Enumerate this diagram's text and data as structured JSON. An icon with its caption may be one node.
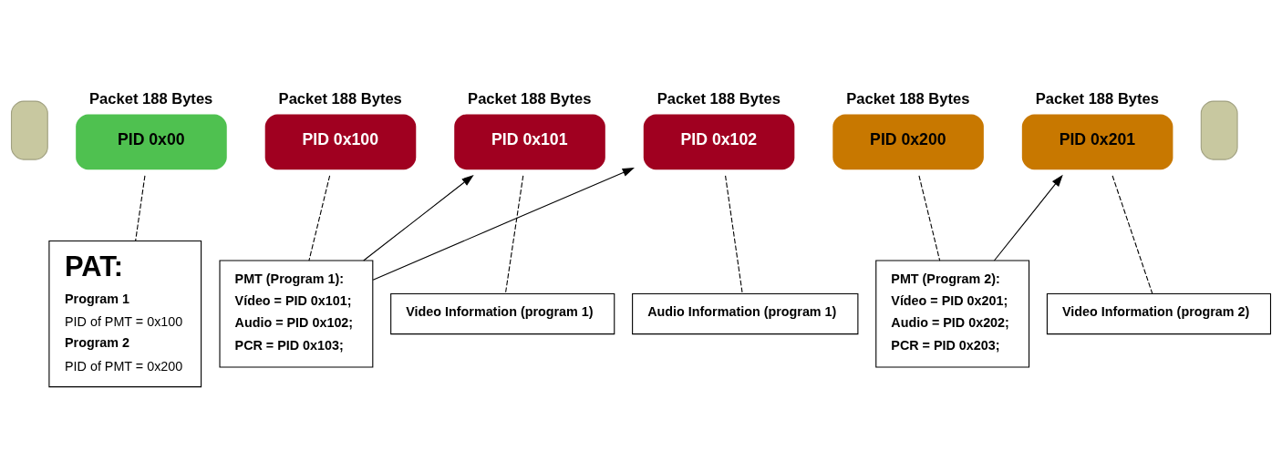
{
  "diagram": {
    "nodes": [
      {
        "text": [],
        "shape": "box"
      },
      {
        "text": [
          "PID 0x00"
        ],
        "beside": [
          "Packet 188 Bytes"
        ]
      },
      {
        "text": [
          "PID 0x100"
        ],
        "beside": [
          "Packet 188 Bytes"
        ]
      },
      {
        "text": [
          "PID 0x101"
        ],
        "beside": [
          "Packet 188 Bytes"
        ]
      },
      {
        "text": [
          "PID 0x102"
        ],
        "beside": [
          "Packet 188 Bytes"
        ]
      },
      {
        "text": [
          "PID 0x200"
        ],
        "beside": [
          "Packet 188 Bytes"
        ]
      },
      {
        "text": [
          "PID 0x201"
        ],
        "beside": [
          "Packet 188 Bytes"
        ]
      },
      {
        "text": [],
        "shape": "box"
      },
      {
        "text": [
          "PAT:",
          "Program 1",
          "PID of PMT = 0x100",
          "Program 2",
          "PID of PMT = 0x200"
        ]
      },
      {
        "text": [
          "PMT (Program 1):",
          "Vídeo = PID 0x101;",
          "Audio = PID 0x102;",
          "PCR = PID 0x103;"
        ]
      },
      {
        "text": [
          "Video Information (program 1)"
        ]
      },
      {
        "text": [
          "Audio Information (program 1)"
        ]
      },
      {
        "text": [
          "PMT (Program 2):",
          "Vídeo = PID 0x201;",
          "Audio = PID 0x202;",
          "PCR = PID 0x203;"
        ]
      },
      {
        "text": [
          "Video Information (program 2)"
        ]
      }
    ],
    "edges": [
      {
        "from": 1,
        "to": 8,
        "arrow": "none",
        "style": "dashed"
      },
      {
        "from": 2,
        "to": 9,
        "arrow": "none",
        "style": "dashed"
      },
      {
        "from": 3,
        "to": 10,
        "arrow": "none",
        "style": "dashed"
      },
      {
        "from": 4,
        "to": 11,
        "arrow": "none",
        "style": "dashed"
      },
      {
        "from": 5,
        "to": 12,
        "arrow": "none",
        "style": "dashed"
      },
      {
        "from": 6,
        "to": 13,
        "arrow": "none",
        "style": "dashed"
      },
      {
        "from": 9,
        "to": 3,
        "arrow": "to"
      },
      {
        "from": 9,
        "to": 4,
        "arrow": "to"
      },
      {
        "from": 12,
        "to": 6,
        "arrow": "to"
      }
    ]
  }
}
